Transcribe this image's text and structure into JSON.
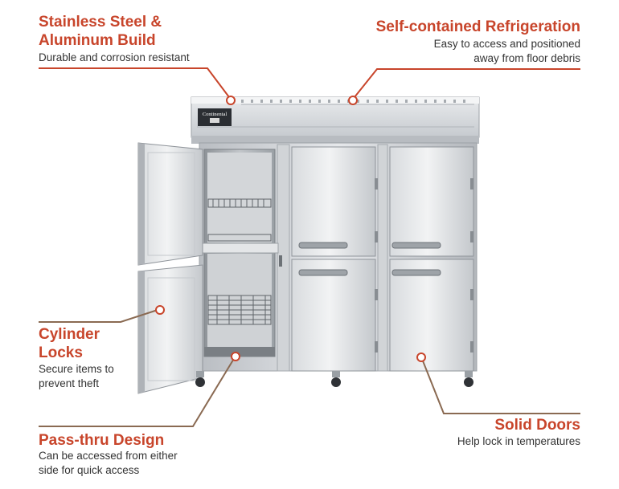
{
  "brand_label": "Continental",
  "callouts": {
    "stainless": {
      "title_line1": "Stainless Steel &",
      "title_line2": "Aluminum Build",
      "desc": "Durable and corrosion resistant"
    },
    "refrigeration": {
      "title": "Self-contained Refrigeration",
      "desc_line1": "Easy to access and positioned",
      "desc_line2": "away from floor debris"
    },
    "locks": {
      "title_line1": "Cylinder",
      "title_line2": "Locks",
      "desc_line1": "Secure items to",
      "desc_line2": "prevent theft"
    },
    "passthru": {
      "title": "Pass-thru Design",
      "desc_line1": "Can be accessed from either",
      "desc_line2": "side for quick access"
    },
    "solid": {
      "title": "Solid Doors",
      "desc": "Help lock in temperatures"
    }
  },
  "colors": {
    "accent_red": "#c8452b",
    "leader_brown": "#8a6a52",
    "steel": "#c9ccd0"
  }
}
